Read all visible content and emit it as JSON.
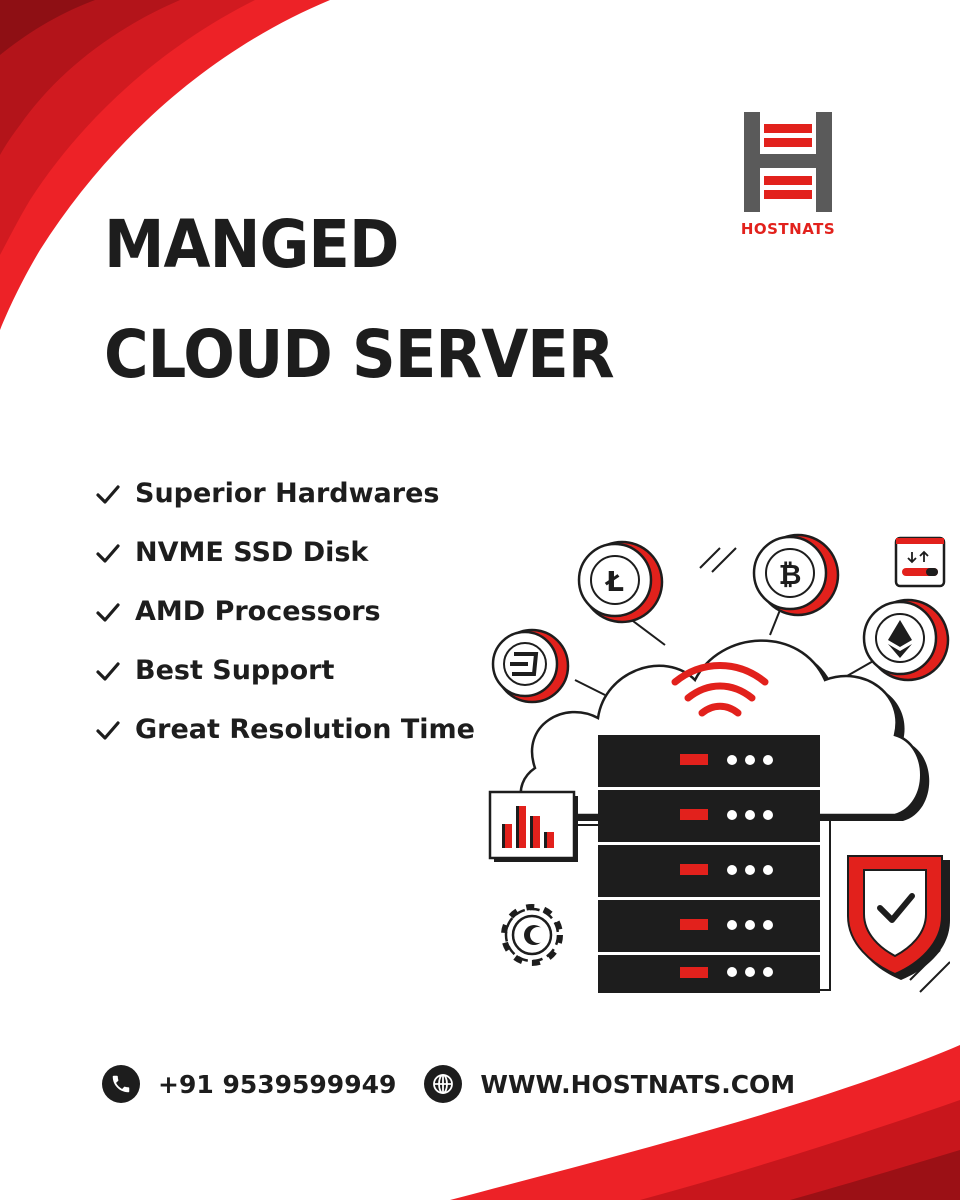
{
  "brand": {
    "name": "HOSTNATS",
    "logo_icon": "hostnats-server-logo-icon",
    "colors": {
      "accent": "#e2211c",
      "dark_red": "#b3161c",
      "ink": "#1d1d1d",
      "logo_gray": "#5a5a5a"
    }
  },
  "headline": {
    "line1": "MANGED",
    "line2": "CLOUD SERVER"
  },
  "features": [
    {
      "icon": "check-icon",
      "label": "Superior Hardwares"
    },
    {
      "icon": "check-icon",
      "label": "NVME SSD Disk"
    },
    {
      "icon": "check-icon",
      "label": "AMD Processors"
    },
    {
      "icon": "check-icon",
      "label": "Best Support"
    },
    {
      "icon": "check-icon",
      "label": "Great Resolution Time"
    }
  ],
  "contact": {
    "phone_icon": "phone-icon",
    "phone": "+91 9539599949",
    "web_icon": "globe-icon",
    "website": "WWW.HOSTNATS.COM"
  },
  "illustration": {
    "icons": [
      "cloud-icon",
      "wifi-icon",
      "server-rack-icon",
      "litecoin-icon",
      "bitcoin-icon",
      "ethereum-icon",
      "dash-coin-icon",
      "bar-chart-icon",
      "gear-icon",
      "shield-check-icon",
      "transfer-toggle-icon"
    ]
  }
}
